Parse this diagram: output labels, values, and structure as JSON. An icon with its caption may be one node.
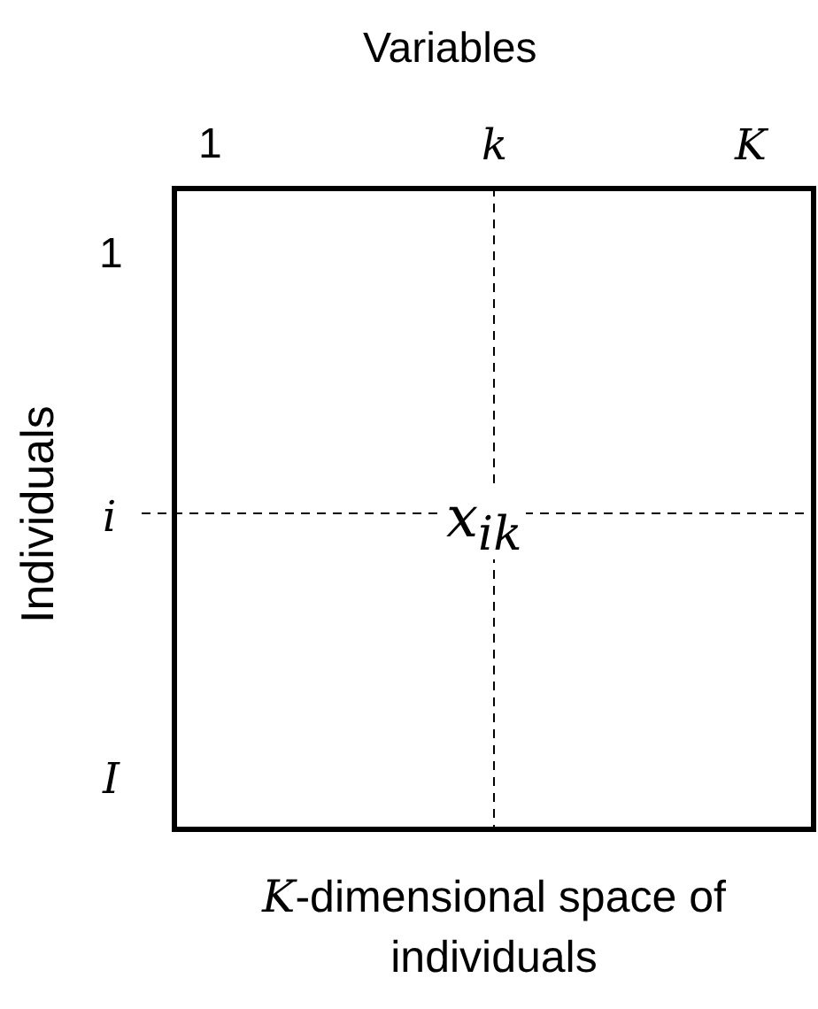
{
  "diagram": {
    "title": "Variables",
    "caption": "*K*-dimensional space of individuals",
    "nodes": [
      {
        "text": [
          "x$_{ik}$"
        ]
      }
    ],
    "labels": [
      "1",
      "k",
      "K",
      "1",
      "i",
      "I",
      "Individuals"
    ]
  }
}
